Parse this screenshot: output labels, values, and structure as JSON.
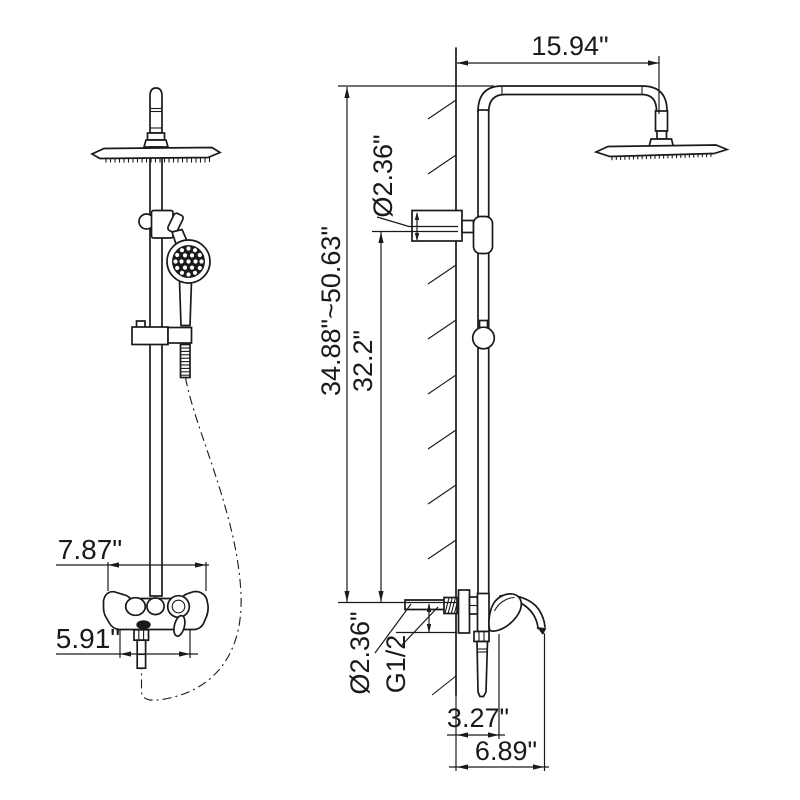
{
  "drawing": {
    "subject": "wall-mounted rain shower system with hand shower and tub faucet, front and side technical views",
    "colors": {
      "background": "#ffffff",
      "line": "#1a1a1a"
    }
  },
  "dimensions": {
    "top_width": "15.94\"",
    "overall_height": "34.88\"~50.63\"",
    "bar_height": "32.2\"",
    "bracket_diameter": "Ø2.36\"",
    "inlet_diameter": "Ø2.36\"",
    "thread": "G1/2",
    "valve_width": "7.87\"",
    "valve_spacing": "5.91\"",
    "spout_center_offset": "3.27\"",
    "spout_reach": "6.89\""
  }
}
